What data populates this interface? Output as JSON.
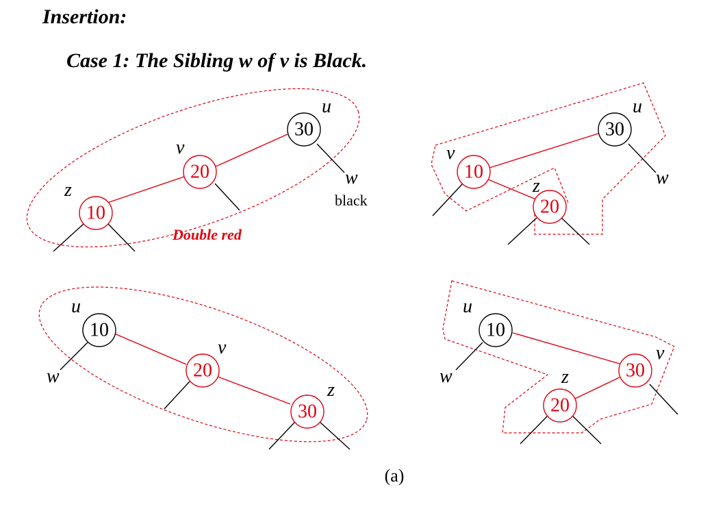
{
  "heading": "Insertion:",
  "case_title": "Case 1: The Sibling w of v is Black.",
  "colors": {
    "red": "#e0000f",
    "black": "#000000"
  },
  "panels": {
    "top_left": {
      "nodes": {
        "u": "30",
        "v": "20",
        "z": "10"
      },
      "labels": {
        "u": "u",
        "v": "v",
        "z": "z",
        "w": "w"
      },
      "w_note": "black",
      "note": "Double red"
    },
    "top_right": {
      "nodes": {
        "u": "30",
        "v": "10",
        "z": "20"
      },
      "labels": {
        "u": "u",
        "v": "v",
        "z": "z",
        "w": "w"
      }
    },
    "bottom_left": {
      "nodes": {
        "u": "10",
        "v": "20",
        "z": "30"
      },
      "labels": {
        "u": "u",
        "v": "v",
        "z": "z",
        "w": "w"
      }
    },
    "bottom_right": {
      "nodes": {
        "u": "10",
        "v": "30",
        "z": "20"
      },
      "labels": {
        "u": "u",
        "v": "v",
        "z": "z",
        "w": "w"
      }
    }
  },
  "caption": "(a)"
}
